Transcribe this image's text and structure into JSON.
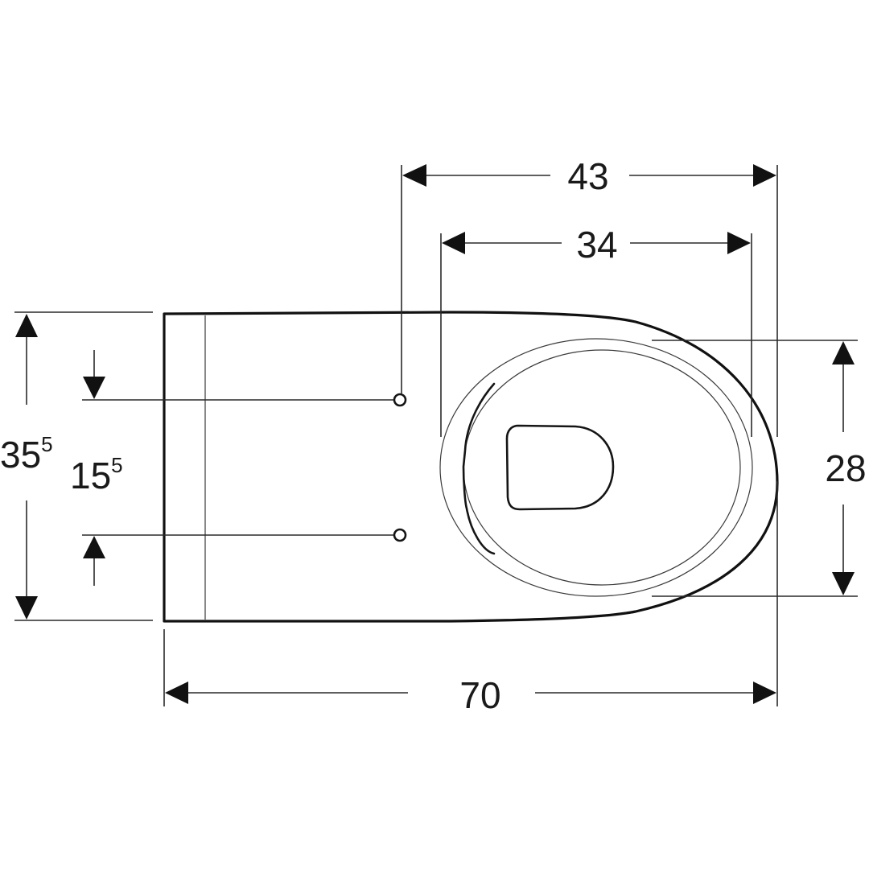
{
  "drawing": {
    "subject": "Wall-hung WC top view with dimensions",
    "line_color": "#111111",
    "background": "#ffffff"
  },
  "dimensions": {
    "overall_depth": {
      "value": "70",
      "orientation": "horizontal"
    },
    "fixing_to_front": {
      "value": "43",
      "orientation": "horizontal"
    },
    "bowl_opening_length": {
      "value": "34",
      "orientation": "horizontal"
    },
    "overall_width": {
      "value": "35",
      "superscript": "5",
      "orientation": "vertical"
    },
    "fixing_spacing": {
      "value": "15",
      "superscript": "5",
      "orientation": "vertical"
    },
    "bowl_opening_width": {
      "value": "28",
      "orientation": "vertical"
    }
  },
  "features": {
    "mounting_holes": 2,
    "drain_outlet": "d-shape",
    "rim": "oval"
  }
}
